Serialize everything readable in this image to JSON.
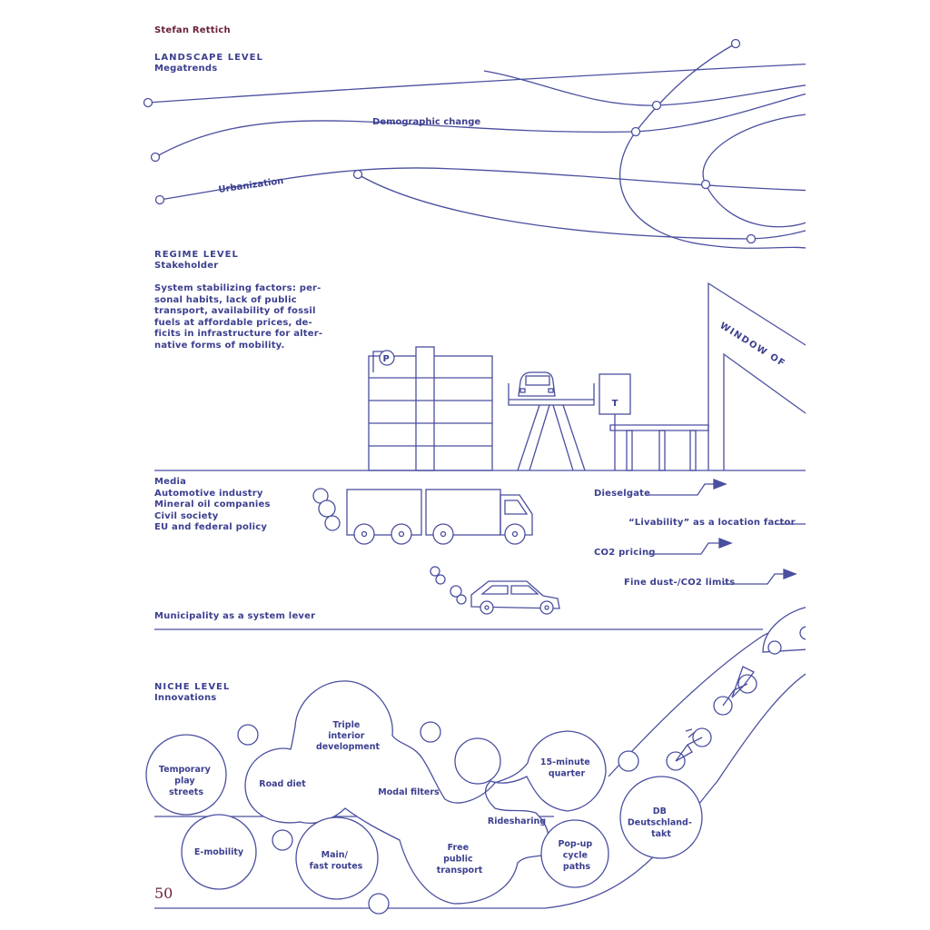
{
  "author": "Stefan Rettich",
  "landscape": {
    "title": "LANDSCAPE LEVEL",
    "subtitle": "Megatrends",
    "trend_labels": [
      "Demographic change",
      "Urbanization"
    ]
  },
  "regime": {
    "title": "REGIME LEVEL",
    "subtitle": "Stakeholder",
    "description": [
      "System stabilizing factors: per-",
      "sonal habits, lack of public",
      "transport, availability of fossil",
      "fuels at affordable prices, de-",
      "ficits in infrastructure for alter-",
      "native forms of mobility."
    ],
    "parking_sign": "P",
    "taxi_sign": "T",
    "window_sign": "WINDOW OF",
    "stakeholders": [
      "Media",
      "Automotive industry",
      "Mineral oil companies",
      "Civil society",
      "EU and federal policy"
    ],
    "pressures": [
      "Dieselgate",
      "“Livability” as a location factor",
      "CO2 pricing",
      "Fine dust-/CO2 limits"
    ],
    "lever": "Municipality as a system lever"
  },
  "niche": {
    "title": "NICHE LEVEL",
    "subtitle": "Innovations",
    "bubbles": [
      [
        "Temporary",
        "play",
        "streets"
      ],
      [
        "E-mobility"
      ],
      [
        "Road diet"
      ],
      [
        "Main/",
        "fast routes"
      ],
      [
        "Triple",
        "interior",
        "development"
      ],
      [
        "Modal filters"
      ],
      [
        "Free",
        "public",
        "transport"
      ],
      [
        "15-minute",
        "quarter"
      ],
      [
        "Ridesharing"
      ],
      [
        "Pop-up",
        "cycle",
        "paths"
      ],
      [
        "DB",
        "Deutschland-",
        "takt"
      ]
    ]
  },
  "page_number": "50",
  "colors": {
    "line": "#4a4f9f",
    "text": "#3b3f8f",
    "accent": "#6b1f3a"
  }
}
